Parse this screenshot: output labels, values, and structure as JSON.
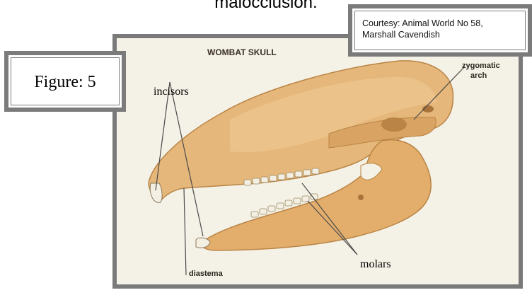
{
  "page": {
    "top_text": "malocclusion."
  },
  "figure": {
    "label": "Figure:  5",
    "credit_line1": "Courtesy: Animal World No 58,",
    "credit_line2": "Marshall Cavendish",
    "title": "WOMBAT SKULL",
    "labels": {
      "incisors": "incisors",
      "zygomatic_line1": "zygomatic",
      "zygomatic_line2": "arch",
      "molars": "molars",
      "diastema": "diastema"
    }
  },
  "colors": {
    "frame_gray": "#7a7a7a",
    "bone": "#e6b77a",
    "bone_shadow": "#c98f4e",
    "teeth": "#f3efe2",
    "plate_bg": "#f4f1e6"
  }
}
